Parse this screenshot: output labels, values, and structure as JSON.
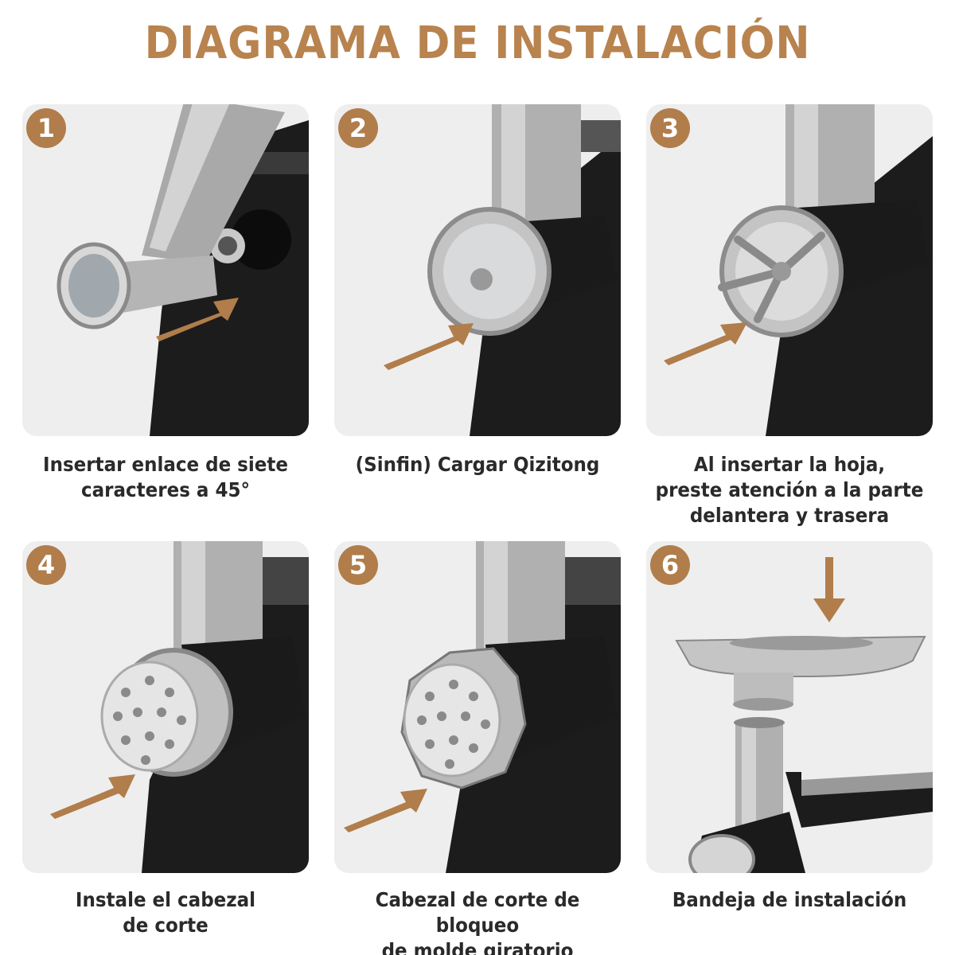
{
  "title": "DIAGRAMA DE INSTALACIÓN",
  "accent_color": "#b07d4b",
  "steps": [
    {
      "number": "1",
      "caption_lines": [
        "Insertar enlace de siete",
        "caracteres a 45°"
      ]
    },
    {
      "number": "2",
      "caption_lines": [
        "(Sinfin) Cargar Qizitong"
      ]
    },
    {
      "number": "3",
      "caption_lines": [
        "Al insertar la hoja,",
        "preste atención a la parte",
        "delantera y trasera"
      ]
    },
    {
      "number": "4",
      "caption_lines": [
        "Instale el cabezal",
        "de corte"
      ]
    },
    {
      "number": "5",
      "caption_lines": [
        "Cabezal de corte de bloqueo",
        "de molde giratorio"
      ]
    },
    {
      "number": "6",
      "caption_lines": [
        "Bandeja de instalación"
      ]
    }
  ]
}
